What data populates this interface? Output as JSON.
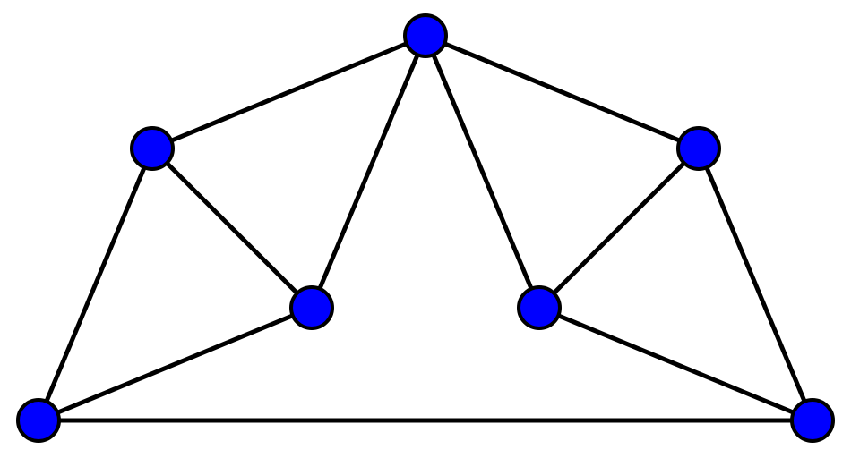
{
  "graph": {
    "node_color": "#0000ff",
    "edge_color": "#000000",
    "nodes": [
      {
        "id": "top"
      },
      {
        "id": "upper-left"
      },
      {
        "id": "upper-right"
      },
      {
        "id": "inner-left"
      },
      {
        "id": "inner-right"
      },
      {
        "id": "bottom-left"
      },
      {
        "id": "bottom-right"
      }
    ],
    "edges": [
      [
        "top",
        "upper-left"
      ],
      [
        "top",
        "upper-right"
      ],
      [
        "top",
        "inner-left"
      ],
      [
        "top",
        "inner-right"
      ],
      [
        "upper-left",
        "inner-left"
      ],
      [
        "upper-left",
        "bottom-left"
      ],
      [
        "upper-right",
        "inner-right"
      ],
      [
        "upper-right",
        "bottom-right"
      ],
      [
        "inner-left",
        "bottom-left"
      ],
      [
        "inner-right",
        "bottom-right"
      ],
      [
        "bottom-left",
        "bottom-right"
      ]
    ]
  }
}
